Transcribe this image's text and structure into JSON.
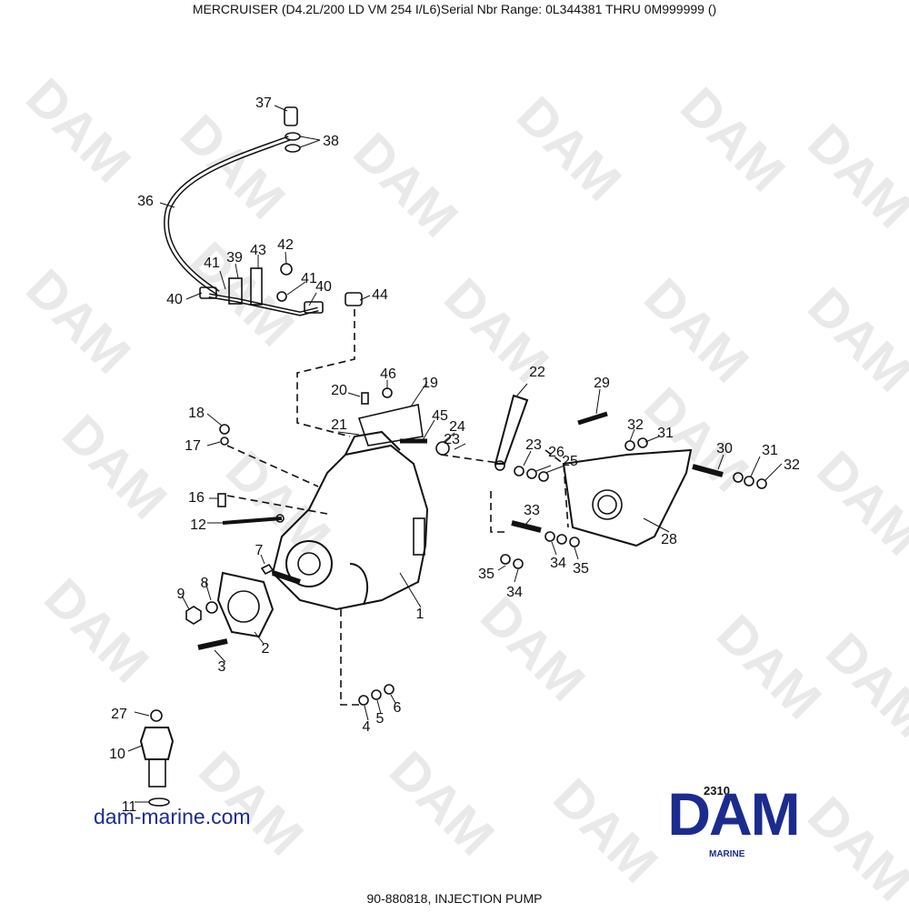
{
  "header": {
    "title": "MERCRUISER (D4.2L/200 LD VM 254 I/L6)Serial Nbr Range: 0L344381 THRU 0M999999 ()"
  },
  "footer": {
    "caption": "90-880818, INJECTION PUMP"
  },
  "website": "dam-marine.com",
  "logo": {
    "number": "2310",
    "word": "DAM",
    "subtitle": "MARINE",
    "color": "#1b2c8f"
  },
  "watermark": {
    "text": "DAM",
    "color": "#e9e9e9"
  },
  "callouts": [
    {
      "label": "1"
    },
    {
      "label": "2"
    },
    {
      "label": "3"
    },
    {
      "label": "4"
    },
    {
      "label": "5"
    },
    {
      "label": "6"
    },
    {
      "label": "7"
    },
    {
      "label": "8"
    },
    {
      "label": "9"
    },
    {
      "label": "10"
    },
    {
      "label": "11"
    },
    {
      "label": "12"
    },
    {
      "label": "16"
    },
    {
      "label": "17"
    },
    {
      "label": "18"
    },
    {
      "label": "19"
    },
    {
      "label": "20"
    },
    {
      "label": "21"
    },
    {
      "label": "22"
    },
    {
      "label": "23"
    },
    {
      "label": "23"
    },
    {
      "label": "24"
    },
    {
      "label": "25"
    },
    {
      "label": "26"
    },
    {
      "label": "27"
    },
    {
      "label": "28"
    },
    {
      "label": "29"
    },
    {
      "label": "30"
    },
    {
      "label": "31"
    },
    {
      "label": "31"
    },
    {
      "label": "32"
    },
    {
      "label": "32"
    },
    {
      "label": "33"
    },
    {
      "label": "34"
    },
    {
      "label": "34"
    },
    {
      "label": "35"
    },
    {
      "label": "35"
    },
    {
      "label": "36"
    },
    {
      "label": "37"
    },
    {
      "label": "38"
    },
    {
      "label": "39"
    },
    {
      "label": "40"
    },
    {
      "label": "40"
    },
    {
      "label": "41"
    },
    {
      "label": "41"
    },
    {
      "label": "42"
    },
    {
      "label": "43"
    },
    {
      "label": "44"
    },
    {
      "label": "45"
    },
    {
      "label": "46"
    }
  ]
}
